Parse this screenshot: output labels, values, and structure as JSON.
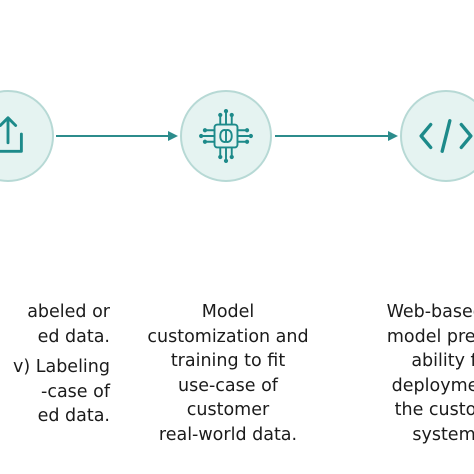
{
  "colors": {
    "circle_fill": "#e5f3f1",
    "circle_border": "#b7d9d5",
    "icon": "#1d8a8a",
    "arrow": "#2c8c8c",
    "text": "#1b1b1b"
  },
  "nodes": [
    {
      "icon": "upload-icon"
    },
    {
      "icon": "ai-chip-icon"
    },
    {
      "icon": "code-icon"
    }
  ],
  "captions": {
    "left": {
      "lines_a": [
        "abeled or",
        "ed data."
      ],
      "lines_b": [
        "v) Labeling",
        "-case of",
        "ed data."
      ]
    },
    "middle": {
      "lines": [
        "Model",
        "customization and",
        "training to fit",
        "use-case of",
        "customer",
        "real-world data."
      ]
    },
    "right": {
      "lines": [
        "Web-based A",
        "model predic",
        "ability f",
        "deployment",
        "the custom",
        "system"
      ]
    }
  }
}
